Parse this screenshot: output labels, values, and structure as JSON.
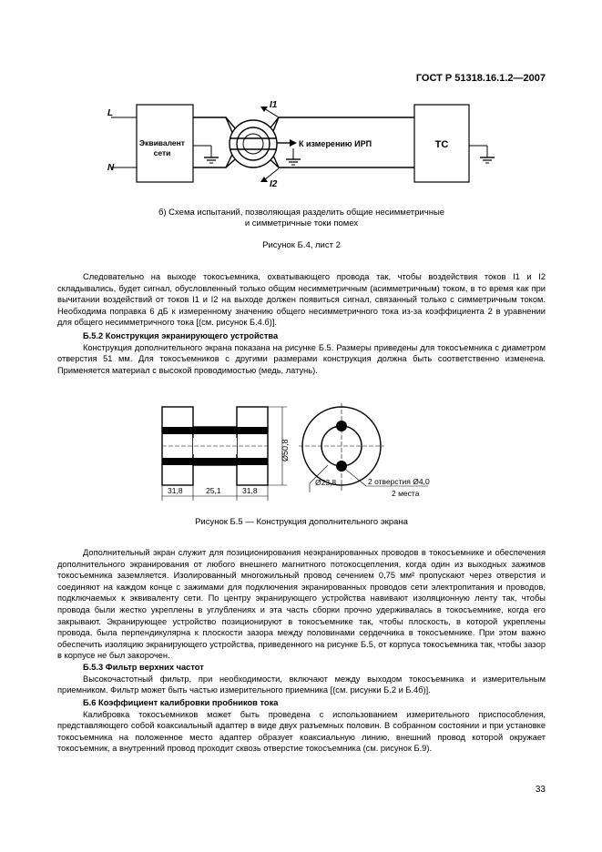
{
  "header": {
    "code": "ГОСТ Р 51318.16.1.2—2007"
  },
  "figure_b4": {
    "labels": {
      "l": "L",
      "n": "N",
      "network": "Эквивалент сети",
      "i1": "I1",
      "i2": "I2",
      "measure": "К измерению ИРП",
      "tc": "ТС"
    },
    "caption_line1": "б) Схема испытаний, позволяющая разделить общие несимметричные",
    "caption_line2": "и симметричные токи помех",
    "title": "Рисунок Б.4, лист 2"
  },
  "para1": "Следовательно на выходе токосъемника, охватывающего провода так, чтобы воздействия токов I1 и I2 складывались, будет сигнал, обусловленный только общим несимметричным (асимметричным) током, в то время как при вычитании воздействий от токов I1 и I2 на выходе должен появиться сигнал, связанный только с симметричным током. Необходима поправка 6 дБ к измеренному значению общего несимметричного тока из-за коэффициента 2 в уравнении для общего несимметричного тока [(см. рисунок Б.4.б)].",
  "sec_b52": {
    "title": "Б.5.2 Конструкция экранирующего устройства",
    "text": "Конструкция дополнительного экрана показана на рисунке Б.5. Размеры приведены для токосъемника с диаметром отверстия 51 мм. Для токосъемников с другими размерами конструкция должна быть соответственно изменена. Применяется материал с высокой проводимостью (медь, латунь)."
  },
  "figure_b5": {
    "dims": {
      "d1": "31,8",
      "d2": "25,1",
      "d3": "31,8",
      "height": "Ø50,8",
      "inner": "Ø23,8",
      "holes": "2 отверстия Ø4,0",
      "places": "2 места"
    },
    "title": "Рисунок Б.5 — Конструкция дополнительного экрана"
  },
  "para2": "Дополнительный экран служит для позиционирования неэкранированных проводов в токосъемнике и обеспечения дополнительного экранирования от любого внешнего магнитного потокосцепления, когда один из выходных зажимов токосъемника заземляется. Изолированный многожильный провод сечением 0,75 мм² пропускают через отверстия и соединяют на каждом конце с зажимами для подключения экранированных проводов сети электропитания и проводов, подключаемых к эквиваленту сети. По центру экранирующего устройства навивают изоляционную ленту так, чтобы провода были жестко укреплены в углублениях и эта часть сборки прочно удерживалась в токосъемнике, когда его закрывают. Экранирующее устройство позиционируют в токосъемнике так, чтобы плоскость, в которой укреплены провода, была перпендикулярна к плоскости зазора между половинами сердечника в токосъемнике. При этом важно обеспечить изоляцию экранирующего устройства, приведенного на рисунке Б.5, от корпуса токосъемника так, чтобы зазор в корпусе не был закорочен.",
  "sec_b53": {
    "title": "Б.5.3 Фильтр верхних частот",
    "text": "Высокочастотный фильтр, при необходимости, включают между выходом токосъемника и измерительным приемником. Фильтр может быть частью измерительного приемника [(см. рисунки Б.2 и Б.4б)]."
  },
  "sec_b6": {
    "title": "Б.6 Коэффициент калибровки пробников тока",
    "text": "Калибровка токосъемников может быть проведена с использованием измерительного приспособления, представляющего собой коаксиальный адаптер в виде двух разъемных половин. В собранном состоянии и при установке токосъемника на положенное место адаптер образует коаксиальную линию, внешний провод которой окружает токосъемник, а внутренний провод проходит сквозь отверстие токосъемника (см. рисунок Б.9)."
  },
  "page_number": "33"
}
